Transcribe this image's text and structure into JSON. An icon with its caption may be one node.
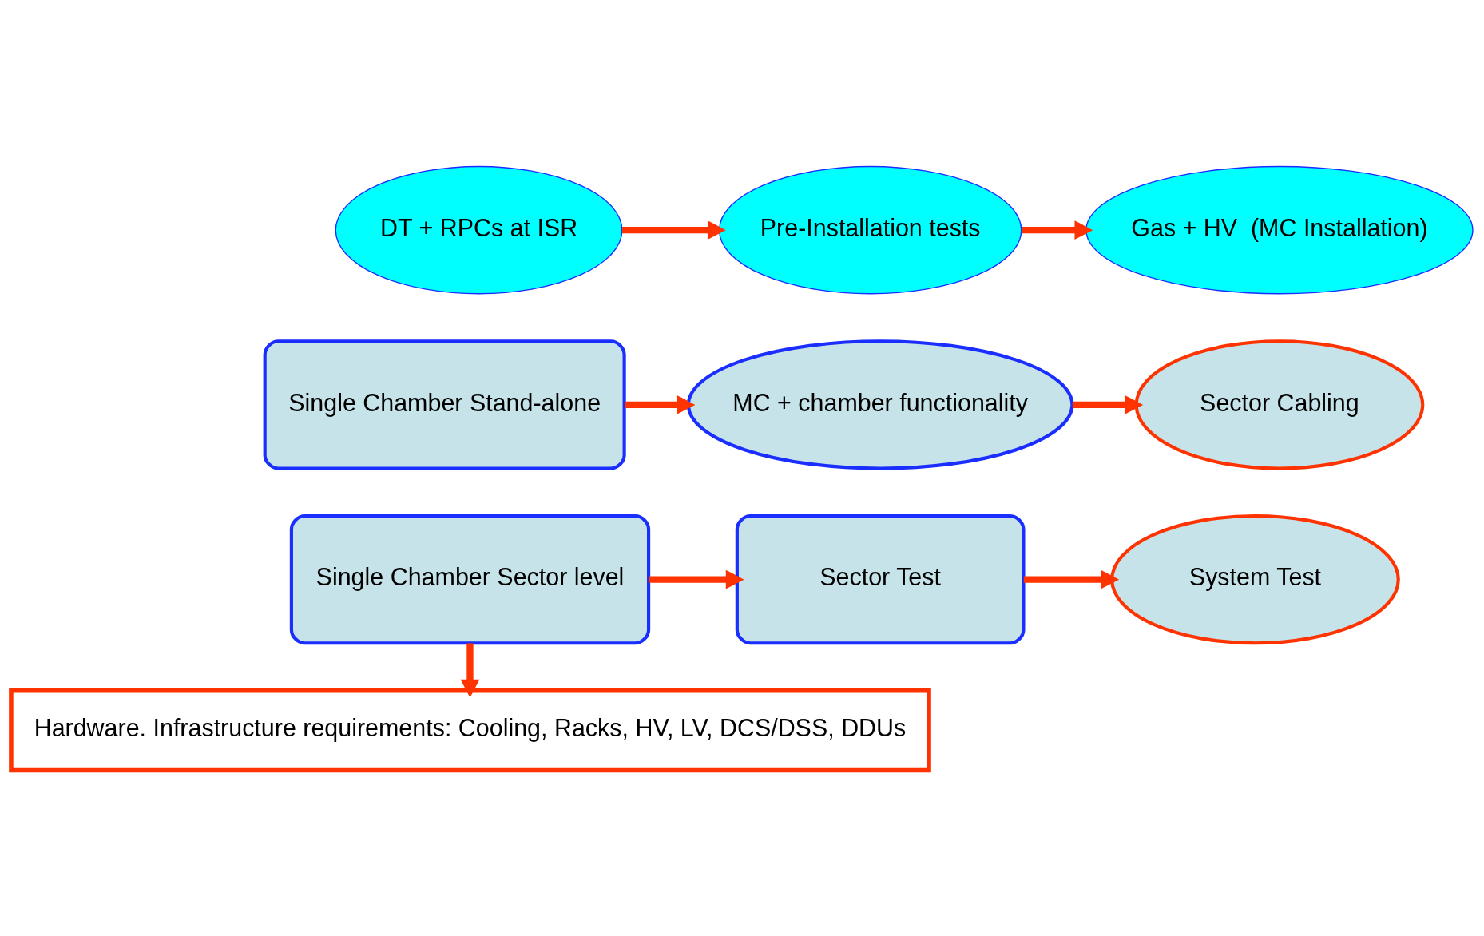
{
  "diagram": {
    "nodes": [
      {
        "text": [
          "DT + RPCs at ISR"
        ]
      },
      {
        "text": [
          "Pre-Installation tests"
        ]
      },
      {
        "text": [
          "Gas + HV  (MC Installation)"
        ]
      },
      {
        "text": [
          "Single Chamber Stand-alone"
        ]
      },
      {
        "text": [
          "MC + chamber functionality"
        ]
      },
      {
        "text": [
          "Sector Cabling"
        ]
      },
      {
        "text": [
          "Single Chamber Sector level"
        ]
      },
      {
        "text": [
          "Sector Test"
        ]
      },
      {
        "text": [
          "System Test"
        ]
      },
      {
        "text": [
          "Hardware. Infrastructure requirements: Cooling, Racks, HV, LV, DCS/DSS, DDUs"
        ]
      }
    ],
    "edges": [
      {
        "from": 0,
        "to": 1,
        "arrow": "to"
      },
      {
        "from": 1,
        "to": 2,
        "arrow": "to"
      },
      {
        "from": 3,
        "to": 4,
        "arrow": "to"
      },
      {
        "from": 4,
        "to": 5,
        "arrow": "to"
      },
      {
        "from": 6,
        "to": 7,
        "arrow": "to"
      },
      {
        "from": 7,
        "to": 8,
        "arrow": "to"
      },
      {
        "from": 6,
        "to": 9,
        "arrow": "to"
      }
    ]
  }
}
